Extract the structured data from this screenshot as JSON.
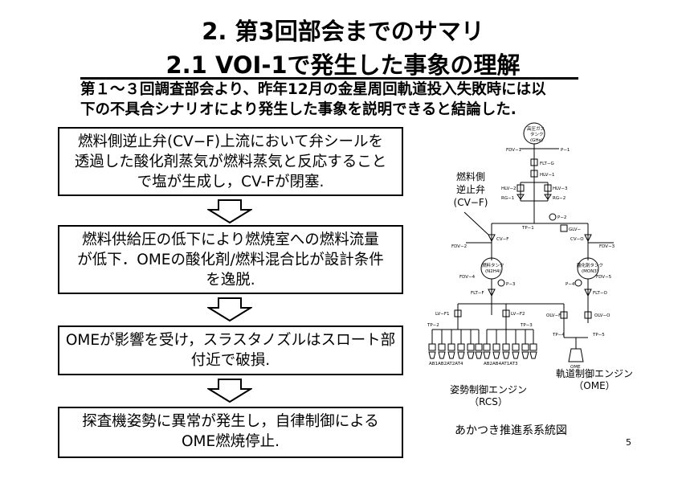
{
  "header": {
    "title_line1": "2. 第3回部会までのサマリ",
    "title_line2": "2.1 VOI-1で発生した事象の理解"
  },
  "intro": {
    "line1": "第１～３回調査部会より、昨年12月の金星周回軌道投入失敗時には以",
    "line2": "下の不具合シナリオにより発生した事象を説明できると結論した."
  },
  "flow": {
    "step1": [
      "燃料側逆止弁(CV−F)上流において弁シールを",
      "透過した酸化剤蒸気が燃料蒸気と反応すること",
      "で塩が生成し，CV-Fが閉塞."
    ],
    "step2": [
      "燃料供給圧の低下により燃焼室への燃料流量",
      "が低下．OMEの酸化剤/燃料混合比が設計条件",
      "を逸脱."
    ],
    "step3": [
      "OMEが影響を受け，スラスタノズルはスロート部",
      "付近で破損."
    ],
    "step4": [
      "探査機姿勢に異常が発生し，自律制御による",
      "OME燃焼停止."
    ]
  },
  "diagram": {
    "callout": [
      "燃料側",
      "逆止弁",
      "(CV−F)"
    ],
    "tank_he": [
      "高圧ガス",
      "タンク",
      "(GHe)"
    ],
    "tank_fuel": [
      "燃料タンク",
      "(N2H4)"
    ],
    "tank_ox": [
      "酸化剤タンク",
      "(MON3)"
    ],
    "labels": {
      "fdv1": "FDV−1",
      "p1": "P−1",
      "fltg": "FLT−G",
      "hlv1": "HLV−1",
      "hlv2": "HLV−2",
      "hlv3": "HLV−3",
      "rg1": "RG−1",
      "rg2": "RG−2",
      "tp1": "TP−1",
      "p2": "P−2",
      "glv": "GLV−",
      "cvf": "CV−F",
      "cvo": "CV−O",
      "fdv2": "FDV−2",
      "fdv3": "FDV−3",
      "fdv4": "FDV−4",
      "fdv5": "FDV−5",
      "p3": "P−3",
      "p4": "P−4",
      "fltf": "FLT−F",
      "flto": "FLT−O",
      "lvf1": "LV−F1",
      "lvf2": "LV−F2",
      "tp2": "TP−2",
      "tp3": "TP−3",
      "olvf": "OLV−F",
      "olvo": "OLV−O",
      "tp4": "TP−4",
      "tp5": "TP−5",
      "ome": "OME",
      "rcs_a": "AB1AB2AT2AT4",
      "rcs_b": "AB2AB4AT1AT3"
    },
    "rcs_label": [
      "姿勢制御エンジン",
      "（RCS）"
    ],
    "ome_label": [
      "軌道制御エンジン",
      "（OME）"
    ]
  },
  "caption": "あかつき推進系系統図",
  "page_number": "5"
}
